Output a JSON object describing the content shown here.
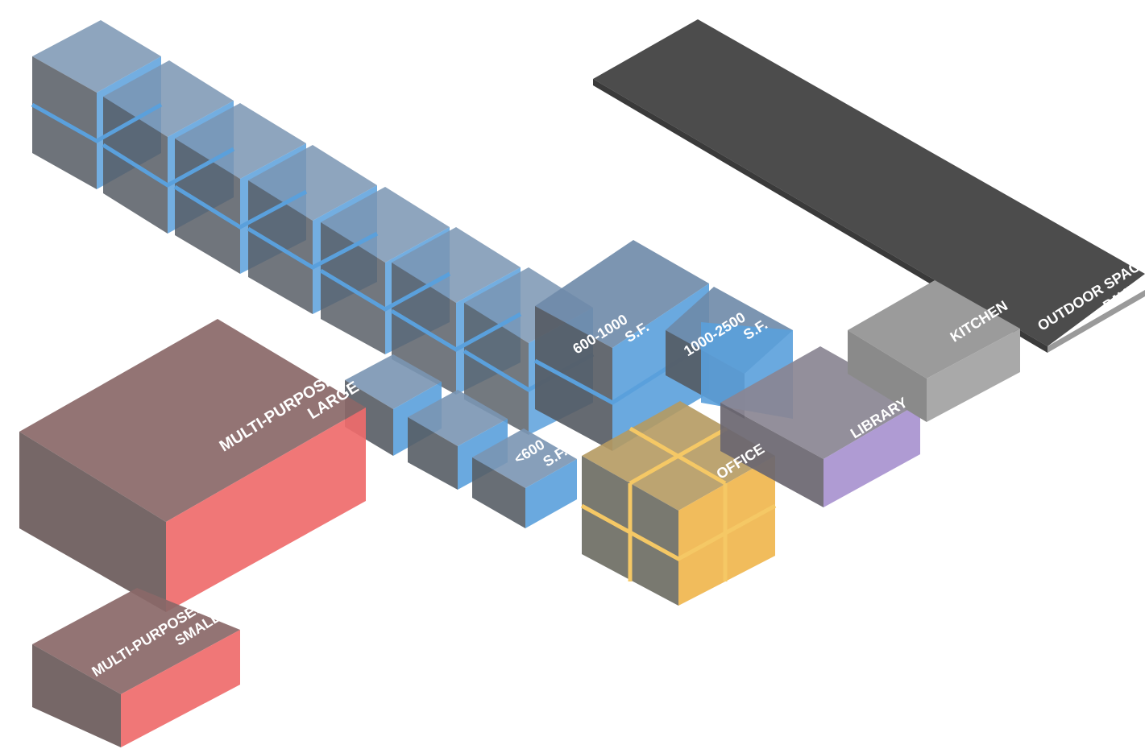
{
  "labels": {
    "outdoor_line1": "OUTDOOR SPACE:",
    "outdoor_line2": "PAVED",
    "kitchen": "KITCHEN",
    "library": "LIBRARY",
    "office": "OFFICE",
    "large_line1": "MULTI-PURPOSE:",
    "large_line2": "LARGE",
    "small_line1": "MULTI-PURPOSE:",
    "small_line2": "SMALL",
    "lt600_line1": "<600",
    "lt600_line2": "S.F.",
    "mid_line1": "600-1000",
    "mid_line2": "S.F.",
    "big_line1": "1000-2500",
    "big_line2": "S.F."
  },
  "colors": {
    "classroom_blue": "#5aa0dc",
    "classroom_top": "#6f8fae",
    "office_orange": "#f0b54a",
    "library_purple": "#a892cf",
    "kitchen_gray": "#a8a8a8",
    "outdoor_dark": "#4a4a4a",
    "multipurpose_red": "#ef6b6b"
  }
}
